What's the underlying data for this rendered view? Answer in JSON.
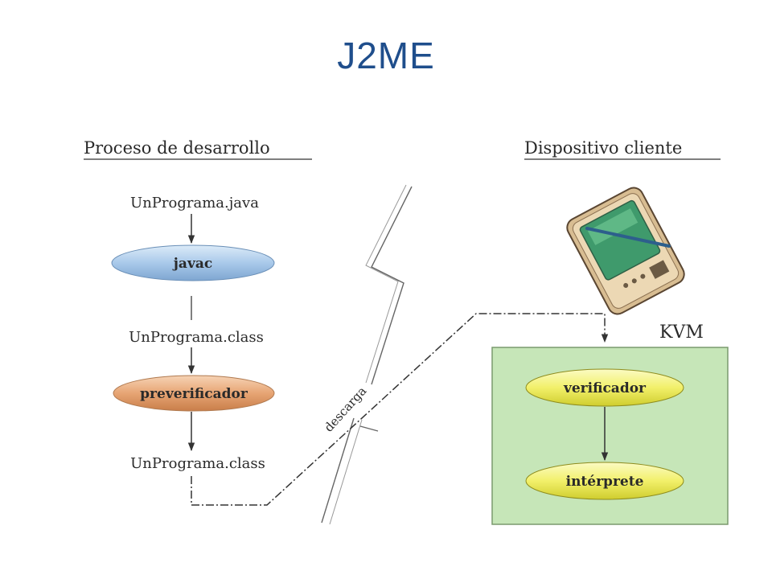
{
  "slide": {
    "title": "J2ME"
  },
  "diagram": {
    "left_heading": "Proceso de desarrollo",
    "right_heading": "Dispositivo cliente",
    "source_file": "UnPrograma.java",
    "compiler": "javac",
    "class_file_1": "UnPrograma.class",
    "preverifier": "preverificador",
    "class_file_2": "UnPrograma.class",
    "download_label": "descarga",
    "kvm_label": "KVM",
    "verifier": "verificador",
    "interpreter": "intérprete"
  },
  "colors": {
    "title": "#1f4e8c",
    "javac_fill": "#a9c9ea",
    "preverifier_fill": "#e7a574",
    "kvm_fill": "#c6e6b8",
    "kvm_node_fill": "#f2f06a",
    "device_body": "#dcc39c",
    "device_screen": "#3f9a6c"
  }
}
